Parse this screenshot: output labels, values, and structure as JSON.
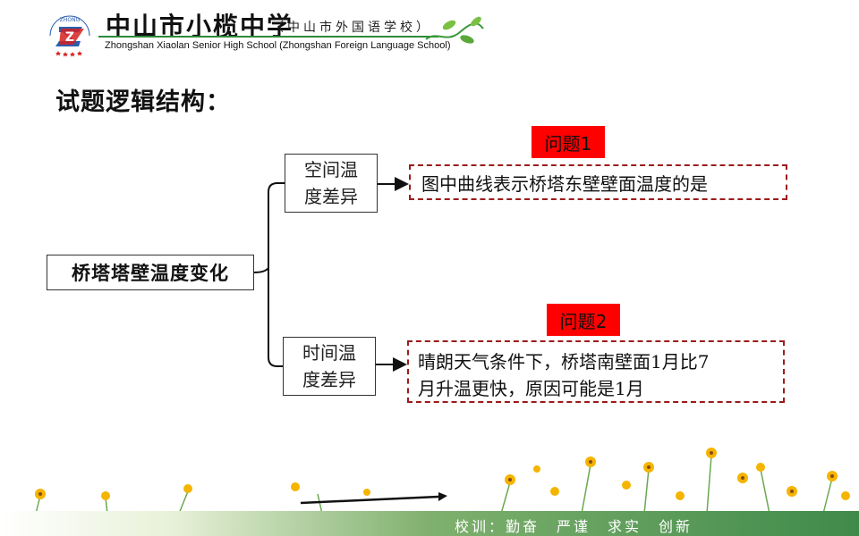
{
  "header": {
    "school_name_cn": "中山市小榄中学",
    "school_name_cn_sub": "（中山市外国语学校）",
    "school_name_en": "Zhongshan Xiaolan Senior High School  (Zhongshan Foreign Language School)",
    "logo_text": "XIAOLANZHONGXUE"
  },
  "slide": {
    "title": "试题逻辑结构：",
    "root_label": "桥塔塔壁温度变化",
    "branches": [
      {
        "label_line1": "空间温",
        "label_line2": "度差异",
        "question_tag": "问题1",
        "question_text": "图中曲线表示桥塔东壁壁面温度的是"
      },
      {
        "label_line1": "时间温",
        "label_line2": "度差异",
        "question_tag": "问题2",
        "question_text_line1": "晴朗天气条件下，桥塔南壁面1月比7",
        "question_text_line2": "月升温更快，原因可能是1月"
      }
    ]
  },
  "footer": {
    "motto": "校训：勤奋　严谨　求实　创新"
  },
  "colors": {
    "accent_red": "#ff0000",
    "dashed_border": "#9c1a1a",
    "green": "#2f8a3a"
  }
}
